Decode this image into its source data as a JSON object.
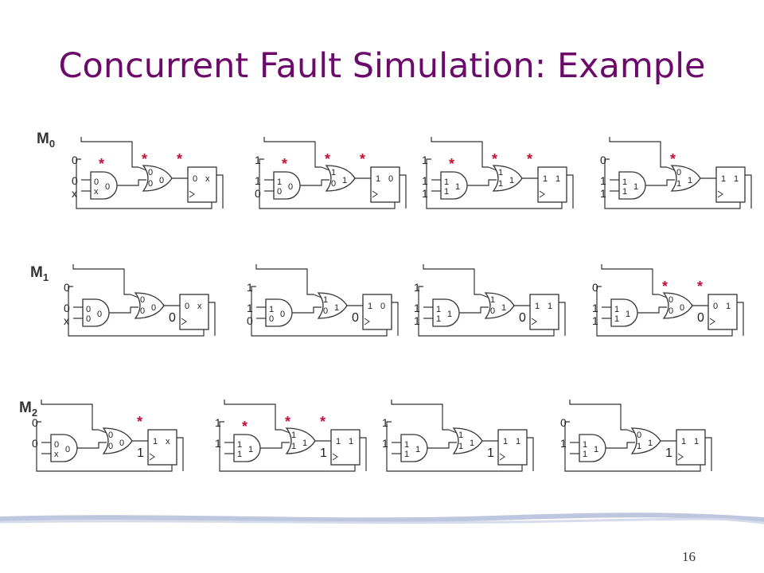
{
  "slide": {
    "title": "Concurrent Fault Simulation: Example",
    "page_number": "16"
  },
  "colors": {
    "title": "#6b0a6b",
    "fault_marker": "#c0103a",
    "wire": "#333333",
    "footer_band": "#b8c0dc"
  },
  "fault_marker_symbol": "*",
  "rows": [
    {
      "label": "M",
      "label_sub": "0",
      "frames": [
        {
          "inputs": [
            "0",
            "0",
            "x"
          ],
          "and_in": [
            "0",
            "x"
          ],
          "and_out": "0",
          "or_in": [
            "0",
            "0"
          ],
          "or_out": "0",
          "ff": [
            "0",
            "x"
          ],
          "node": "",
          "faults": [
            true,
            true,
            true
          ]
        },
        {
          "inputs": [
            "1",
            "1",
            "0"
          ],
          "and_in": [
            "1",
            "0"
          ],
          "and_out": "0",
          "or_in": [
            "1",
            "0"
          ],
          "or_out": "1",
          "ff": [
            "1",
            "0"
          ],
          "node": "",
          "faults": [
            true,
            true,
            true
          ]
        },
        {
          "inputs": [
            "1",
            "1",
            "1"
          ],
          "and_in": [
            "1",
            "1"
          ],
          "and_out": "1",
          "or_in": [
            "1",
            "1"
          ],
          "or_out": "1",
          "ff": [
            "1",
            "1"
          ],
          "node": "",
          "faults": [
            true,
            true,
            true
          ]
        },
        {
          "inputs": [
            "0",
            "1",
            "1"
          ],
          "and_in": [
            "1",
            "1"
          ],
          "and_out": "1",
          "or_in": [
            "0",
            "1"
          ],
          "or_out": "1",
          "ff": [
            "1",
            "1"
          ],
          "node": "",
          "faults": [
            false,
            true,
            false
          ]
        }
      ]
    },
    {
      "label": "M",
      "label_sub": "1",
      "frames": [
        {
          "inputs": [
            "0",
            "0",
            "x"
          ],
          "and_in": [
            "0",
            "0"
          ],
          "and_out": "0",
          "or_in": [
            "0",
            "0"
          ],
          "or_out": "0",
          "ff": [
            "0",
            "x"
          ],
          "node": "0",
          "faults": [
            false,
            false,
            false
          ]
        },
        {
          "inputs": [
            "1",
            "1",
            "0"
          ],
          "and_in": [
            "1",
            "0"
          ],
          "and_out": "0",
          "or_in": [
            "1",
            "0"
          ],
          "or_out": "1",
          "ff": [
            "1",
            "0"
          ],
          "node": "0",
          "faults": [
            false,
            false,
            false
          ]
        },
        {
          "inputs": [
            "1",
            "1",
            "1"
          ],
          "and_in": [
            "1",
            "1"
          ],
          "and_out": "1",
          "or_in": [
            "1",
            "0"
          ],
          "or_out": "1",
          "ff": [
            "1",
            "1"
          ],
          "node": "0",
          "faults": [
            false,
            false,
            false
          ]
        },
        {
          "inputs": [
            "0",
            "1",
            "1"
          ],
          "and_in": [
            "1",
            "1"
          ],
          "and_out": "1",
          "or_in": [
            "0",
            "0"
          ],
          "or_out": "0",
          "ff": [
            "0",
            "1"
          ],
          "node": "0",
          "faults": [
            false,
            true,
            true
          ]
        }
      ]
    },
    {
      "label": "M",
      "label_sub": "2",
      "frames": [
        {
          "inputs": [
            "0",
            "0",
            ""
          ],
          "and_in": [
            "0",
            "x"
          ],
          "and_out": "0",
          "or_in": [
            "0",
            "0"
          ],
          "or_out": "0",
          "ff": [
            "1",
            "x"
          ],
          "node": "1",
          "faults": [
            false,
            false,
            true
          ]
        },
        {
          "inputs": [
            "1",
            "1",
            ""
          ],
          "and_in": [
            "1",
            "1"
          ],
          "and_out": "1",
          "or_in": [
            "1",
            "1"
          ],
          "or_out": "1",
          "ff": [
            "1",
            "1"
          ],
          "node": "1",
          "faults": [
            true,
            true,
            true
          ]
        },
        {
          "inputs": [
            "1",
            "1",
            ""
          ],
          "and_in": [
            "1",
            "1"
          ],
          "and_out": "1",
          "or_in": [
            "1",
            "1"
          ],
          "or_out": "1",
          "ff": [
            "1",
            "1"
          ],
          "node": "1",
          "faults": [
            false,
            false,
            false
          ]
        },
        {
          "inputs": [
            "0",
            "1",
            ""
          ],
          "and_in": [
            "1",
            "1"
          ],
          "and_out": "1",
          "or_in": [
            "0",
            "1"
          ],
          "or_out": "1",
          "ff": [
            "1",
            "1"
          ],
          "node": "1",
          "faults": [
            false,
            false,
            false
          ]
        }
      ]
    }
  ]
}
